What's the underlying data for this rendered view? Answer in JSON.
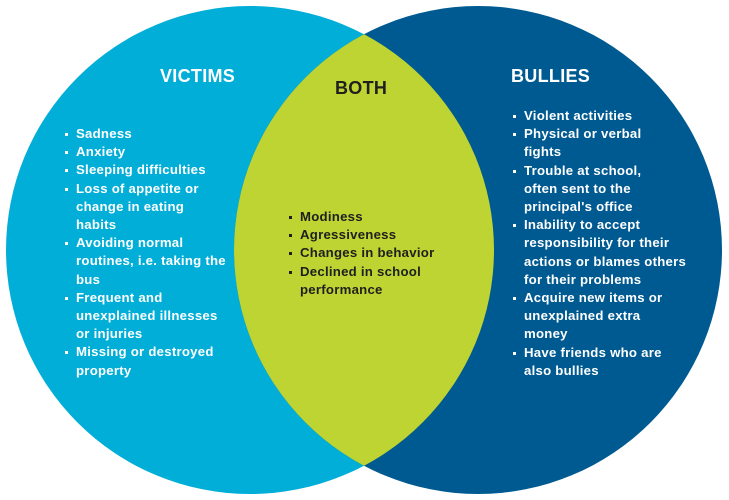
{
  "diagram": {
    "type": "venn",
    "colors": {
      "victims": "#00AED8",
      "bullies": "#005A92",
      "both": "#BDD432",
      "light_text": "#FFFFFF",
      "dark_text": "#1F1F1F"
    },
    "victims": {
      "title": "VICTIMS",
      "items": [
        "Sadness",
        "Anxiety",
        "Sleeping difficulties",
        "Loss of appetite or change in eating habits",
        "Avoiding normal routines, i.e. taking the bus",
        "Frequent and unexplained illnesses or injuries",
        "Missing or destroyed property"
      ]
    },
    "both": {
      "title": "BOTH",
      "items": [
        "Modiness",
        "Agressiveness",
        "Changes in behavior",
        "Declined in school performance"
      ]
    },
    "bullies": {
      "title": "BULLIES",
      "items": [
        "Violent activities",
        "Physical or verbal fights",
        "Trouble at school, often sent to the principal's office",
        "Inability to accept responsibility for their actions or blames others for their problems",
        "Acquire new items or unexplained extra money",
        "Have friends who are also bullies"
      ]
    }
  }
}
